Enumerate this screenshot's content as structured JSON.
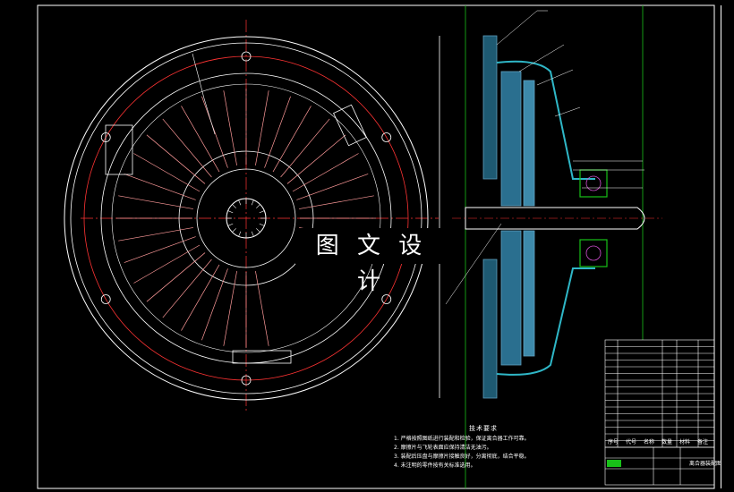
{
  "drawing": {
    "watermark": "图 文 设 计",
    "technical_requirements": {
      "title": "技术要求",
      "items": [
        "1. 严格按照图纸进行装配和检验，保证离合器工作可靠。",
        "2. 摩擦片与飞轮表面应保持清洁无油污。",
        "3. 装配后压盘与摩擦片接触良好，分离彻底，结合平稳。",
        "4. 未注明的零件按有关标准选用。"
      ]
    },
    "title_block": {
      "header_labels": [
        "序号",
        "代号",
        "名称",
        "数量",
        "材料",
        "备注"
      ],
      "designation": "离合器装配图"
    },
    "colors": {
      "line": "#ffffff",
      "center_line": "#ff3333",
      "cyan_part": "#2fb7c7",
      "green_frame": "#18c018",
      "hatch": "#5fa0c0",
      "magenta": "#d050d0"
    }
  }
}
